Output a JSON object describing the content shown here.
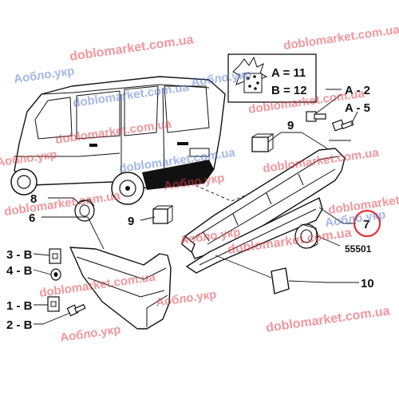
{
  "legend": {
    "line1": "A = 11",
    "line2": "B = 12"
  },
  "callouts": {
    "c1": "A - 2",
    "c2": "A - 5",
    "c3": "9",
    "c4": "9",
    "c5": "8",
    "c6": "6",
    "c7": "7",
    "c8": "55501",
    "c9": "10",
    "c10": "3 - B",
    "c11": "4 - B",
    "c12": "1 - B",
    "c13": "2 - B"
  },
  "watermarks": {
    "w1": "doblomarket.com.ua",
    "w2": "doblomarket.com.ua",
    "w3": "Аобло.укр",
    "w4": "doblomarket.com.ua",
    "w5": "Аобло.укр",
    "w6": "doblomarket.com.ua",
    "w7": "doblomarket.com.ua",
    "w8": "Аобло.укр",
    "w9": "doblomarket.com.ua",
    "w10": "doblomarket.com.ua",
    "w11": "Аобло.укр",
    "w12": "doblomarket.com.ua",
    "w13": "doblomarket.com.ua",
    "w14": "Аобло.укр",
    "w15": "Аобло.укр",
    "w16": "doblomarket.com.ua",
    "w17": "Аобло.укр",
    "w18": "doblomarket.com.ua",
    "w19": "Аобло.укр",
    "w20": "doblomarket.com.ua"
  },
  "colors": {
    "highlight_circle": "#e63333",
    "watermark_red": "#e8404a",
    "watermark_blue": "#4a6fd6"
  }
}
